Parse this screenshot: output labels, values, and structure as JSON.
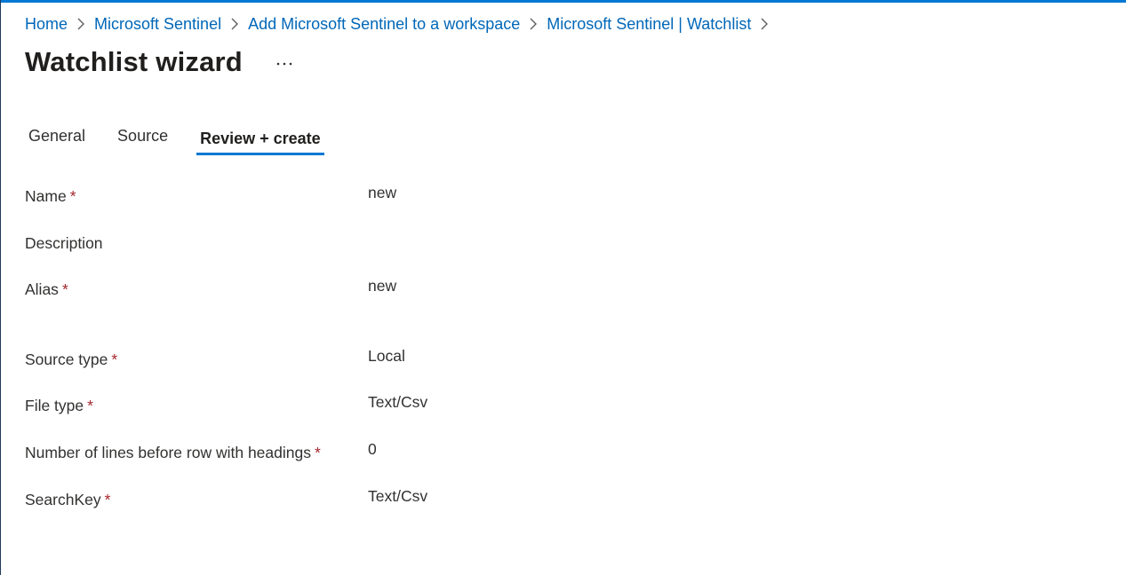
{
  "breadcrumb": {
    "items": [
      {
        "label": "Home"
      },
      {
        "label": "Microsoft Sentinel"
      },
      {
        "label": "Add Microsoft Sentinel to a workspace"
      },
      {
        "label": "Microsoft Sentinel | Watchlist"
      }
    ]
  },
  "header": {
    "title": "Watchlist wizard",
    "more_label": "..."
  },
  "tabs": [
    {
      "label": "General",
      "active": false
    },
    {
      "label": "Source",
      "active": false
    },
    {
      "label": "Review + create",
      "active": true
    }
  ],
  "review": {
    "required_marker": "*",
    "fields": [
      {
        "label": "Name",
        "value": "new",
        "required": true
      },
      {
        "label": "Description",
        "value": "",
        "required": false
      },
      {
        "label": "Alias",
        "value": "new",
        "required": true
      },
      {
        "label": "Source type",
        "value": "Local",
        "required": true
      },
      {
        "label": "File type",
        "value": "Text/Csv",
        "required": true
      },
      {
        "label": "Number of lines before row with headings",
        "value": "0",
        "required": true
      },
      {
        "label": "SearchKey",
        "value": "Text/Csv",
        "required": true
      }
    ]
  },
  "colors": {
    "accent": "#0078d4",
    "link": "#0067b8",
    "required": "#a4262c"
  }
}
